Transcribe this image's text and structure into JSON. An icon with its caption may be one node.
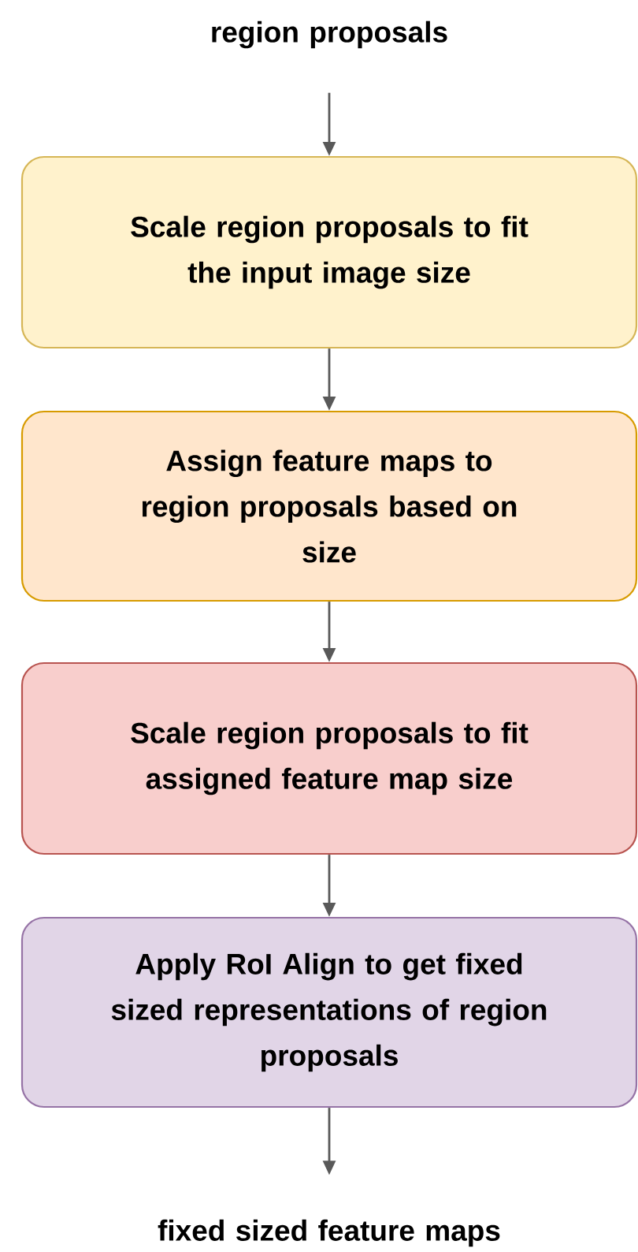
{
  "diagram": {
    "nodes": [
      {
        "text": [
          "region proposals"
        ]
      },
      {
        "text": [
          "Scale region proposals to fit the input image size"
        ]
      },
      {
        "text": [
          "Assign feature maps to region proposals based on size"
        ]
      },
      {
        "text": [
          "Scale region proposals to fit assigned feature map size"
        ]
      },
      {
        "text": [
          "Apply RoI Align to get fixed sized representations of region proposals"
        ]
      },
      {
        "text": [
          "fixed sized feature maps"
        ]
      }
    ],
    "edges": [
      {
        "from": 0,
        "to": 1,
        "arrow": "to"
      },
      {
        "from": 1,
        "to": 2,
        "arrow": "to"
      },
      {
        "from": 2,
        "to": 3,
        "arrow": "to"
      },
      {
        "from": 3,
        "to": 4,
        "arrow": "to"
      },
      {
        "from": 4,
        "to": 5,
        "arrow": "to"
      }
    ]
  }
}
